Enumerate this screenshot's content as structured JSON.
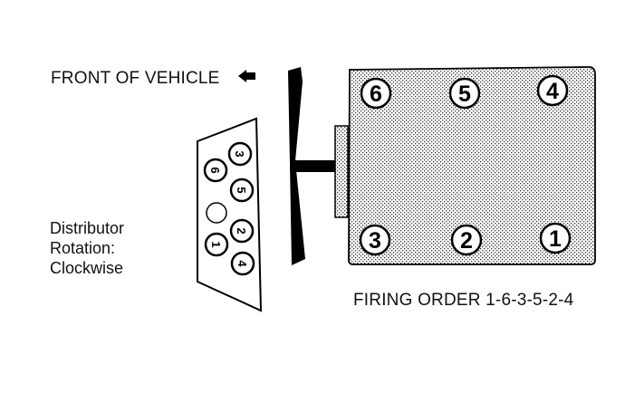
{
  "front_label": "FRONT OF VEHICLE",
  "distributor_rotation": {
    "line1": "Distributor",
    "line2": "Rotation:",
    "line3": "Clockwise"
  },
  "firing_order": "FIRING ORDER 1-6-3-5-2-4",
  "cylinders": {
    "top": [
      "6",
      "5",
      "4"
    ],
    "bottom": [
      "3",
      "2",
      "1"
    ]
  },
  "distributor_terminals": [
    "3",
    "6",
    "5",
    "2",
    "1",
    "4"
  ]
}
